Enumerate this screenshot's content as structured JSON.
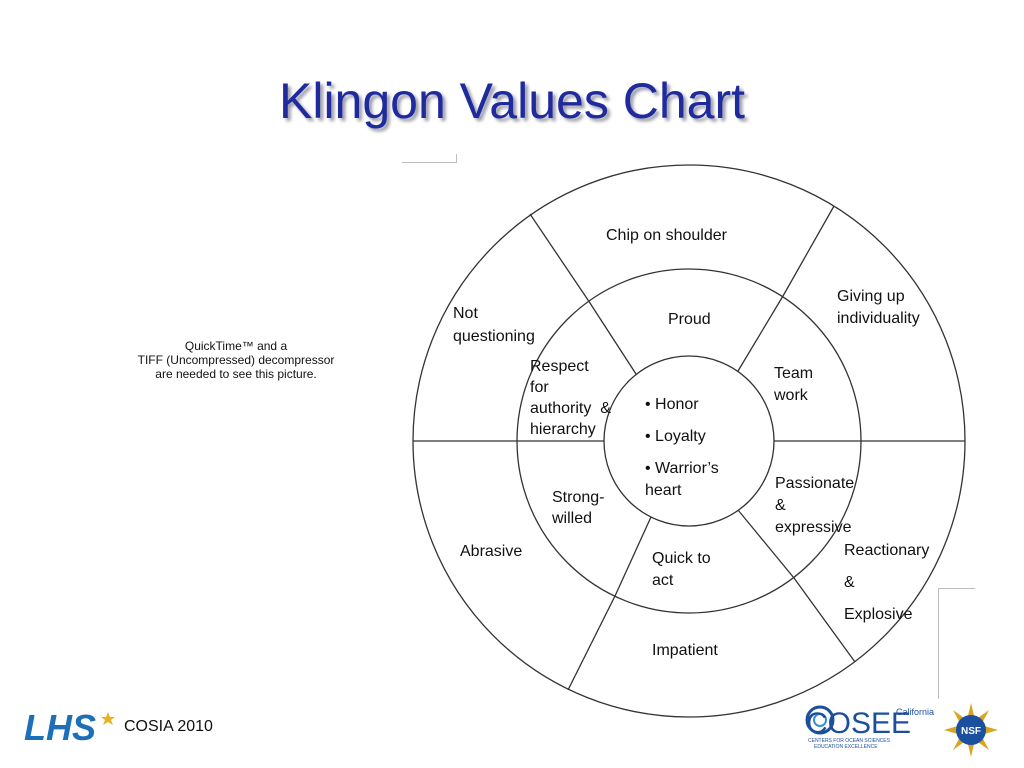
{
  "slide": {
    "title": "Klingon Values Chart",
    "quicktime_notice": [
      "QuickTime™ and a",
      "TIFF (Uncompressed) decompressor",
      "are needed to see this picture."
    ]
  },
  "diagram": {
    "center": [
      "• Honor",
      "• Loyalty",
      "• Warrior’s",
      "heart"
    ],
    "middle_ring": {
      "top": "Proud",
      "top_right": [
        "Team",
        "work"
      ],
      "right": [
        "Passionate",
        "&",
        "expressive"
      ],
      "bottom": [
        "Quick to",
        "act"
      ],
      "left": [
        "Strong-",
        "willed"
      ],
      "top_left": [
        "Respect",
        "for",
        "authority  &",
        "hierarchy"
      ]
    },
    "outer_ring": {
      "top": "Chip on shoulder",
      "top_right": [
        "Giving up",
        "individuality"
      ],
      "right": [
        "Reactionary",
        "&",
        "Explosive"
      ],
      "bottom": "Impatient",
      "left": "Abrasive",
      "top_left": [
        "Not",
        "questioning"
      ]
    }
  },
  "footer": {
    "lhs_logo": "LHS",
    "event": "COSIA 2010",
    "cosee_logo": "COSEE",
    "cosee_region": "California",
    "cosee_tagline": [
      "CENTERS FOR OCEAN SCIENCES",
      "EDUCATION EXCELLENCE"
    ],
    "nsf_logo": "NSF"
  },
  "colors": {
    "title": "#1f2a9c",
    "lhs_blue": "#1d6fb8",
    "cosee_blue": "#1b4f9c",
    "nsf_gold": "#d9a520",
    "nsf_blue": "#1b4fa0"
  }
}
